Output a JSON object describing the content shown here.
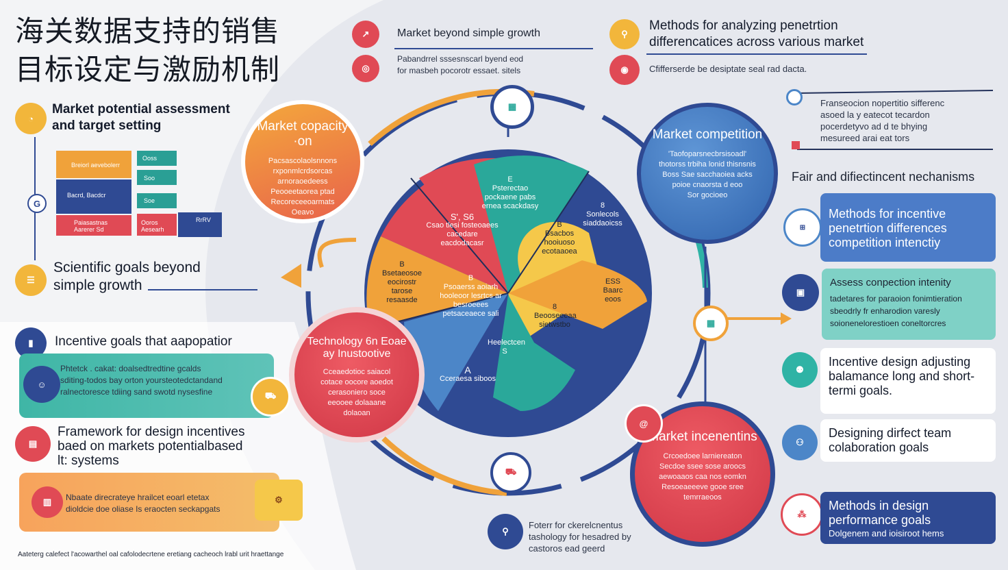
{
  "title": {
    "line1": "海关数据支持的销售",
    "line2": "目标设定与激励机制"
  },
  "colors": {
    "navy": "#2f4a93",
    "red": "#e04a55",
    "orange": "#f0a23a",
    "teal": "#2fb3a5",
    "yellow": "#f5c84a",
    "blue": "#4c86c8"
  },
  "left": {
    "market_potential": "Market potential assessment and target setting",
    "chart_rows": [
      {
        "a": "Breiorl aevebolerr",
        "b": "Ooss"
      },
      {
        "a": "Bacrd, Bacdcr",
        "b": "Soo"
      },
      {
        "a": "",
        "b": "Soe"
      },
      {
        "a": "Paiasastnas Aarerer Sd",
        "b": "Ooros Aesearh",
        "c": "RrRV"
      }
    ],
    "side_letter": "G",
    "scientific_goals": "Scientific goals beyond simple growth",
    "incentive_goals": "Incentive goals that aapopatior",
    "incentive_goals_body1": "Phtetck . cakat: doalsedtredtine gcalds",
    "incentive_goals_body2": "sditing-todos bay orton yoursteotedctandand",
    "incentive_goals_body3": "ralnectoresce tdiing sand swotd nysesfine",
    "framework": "Framework for design incentives baed on markets potentialbased lt: systems",
    "framework_body1": "Nbaate direcrateye hrailcet eoarl etetax",
    "framework_body2": "dioldcie doe oliase Is eraocten seckapgats",
    "footer": "Aateterg calefect l'acowarthel oal cafolodecrtene eretiang cacheoch lrabl urit hraettange"
  },
  "top": {
    "growth_title": "Market beyond simple growth",
    "growth_body1": "Pabandrrel sssesnscarl byend eod",
    "growth_body2": "for masbeh pocorotr essaet. sitels",
    "methods_title": "Methods for analyzing penetrtion differencatices across various market",
    "methods_body": "Cfifferserde be desiptate seal rad dacta."
  },
  "diagram": {
    "capacity_title": "Market copacity ·on",
    "capacity_body": [
      "Pacsascolaolsnnons",
      "rxponmlcrdsorcas",
      "arnoraoedeess",
      "Peooeetaorea ptad",
      "Recoreceeoarmats",
      "Oeavo"
    ],
    "competition_title": "Market competition",
    "competition_body": [
      "'Taofoparsnecbrsisoadl'",
      "thotorss trbiha lonid thisnsnis",
      "Boss Sae sacchaoiea acks",
      "poioe cnaorsta d eoo",
      "Sor gocioeo"
    ],
    "technology_title": "Technology 6n Eoae ay Inustootive",
    "technology_body": [
      "Cceaedotioc saiacol",
      "cotace oocore aoedot",
      "cerasoniero soce",
      "eeooee dolaaane",
      "dolaoan"
    ],
    "incentives_title": "Market incenentins",
    "incentives_body": [
      "Crcoedoee larniereaton",
      "Secdoe ssee sose aroocs",
      "aewoaaos caa nos eomkn",
      "Resoeaeeeve gooe sree",
      "temrraeoos"
    ],
    "seg_red_value": "S', S6",
    "seg_red_text": "Csao tlesi fosteoaees cacedare eacdodacasr",
    "seg_teal_letter": "E",
    "seg_teal_text": "Psterectao pockaene pabs ernea scackdasy",
    "seg_navy_letter": "8",
    "seg_navy_text": "Sonlecols siaddaoicss",
    "seg_orange_letter": "B",
    "seg_orange_text": "Bsacbos hooiuoso ecotaaoea",
    "seg_yellow_letter": "8",
    "seg_yellow_text": "Beooseeeaa sietwstbo",
    "seg_blue_letter": "B",
    "seg_blue_text": "Psoaerss aoiarh hooleoor lesrtcs ar besroeees petsaceaece sali",
    "seg_left_letter": "B",
    "seg_left_text": "Bsetaeosoe eocirostr tarose resaasde",
    "seg_bottom_letter": "A",
    "seg_bottom_text": "Cceraesa siboos",
    "seg_bottom_mid": "S",
    "seg_bottom_mid_text": "Heelectcen",
    "seg_right_text": "Baarc eoos",
    "seg_right_letter": "ESS",
    "bottom_caption": "Foterr for ckerelcnentus tashology for hesadred by castoros ead geerd"
  },
  "right": {
    "freq_body": [
      "Franseocion nopertitio sifferenc",
      "asoed la y eatecot tecardon",
      "pocerdetyvo ad d te bhying",
      "mesureed arai eat tors"
    ],
    "fair": "Fair and difiectincent nechanisms",
    "methods_incentive": "Methods for incentive penetrtion differences competition intenctiy",
    "assess_title": "Assess conpection intenity",
    "assess_body": [
      "tadetares for paraoion fonimtieration",
      "sbeodrly fr enharodion varesly",
      "soionenelorestioen coneltorcres"
    ],
    "incentive_design": "Incentive design adjusting balamance long and short-termi goals.",
    "team": "Designing dirfect team colaboration goals",
    "perf_title": "Methods in design performance goals",
    "perf_body": "Dolgenem and ioisiroot hems"
  }
}
